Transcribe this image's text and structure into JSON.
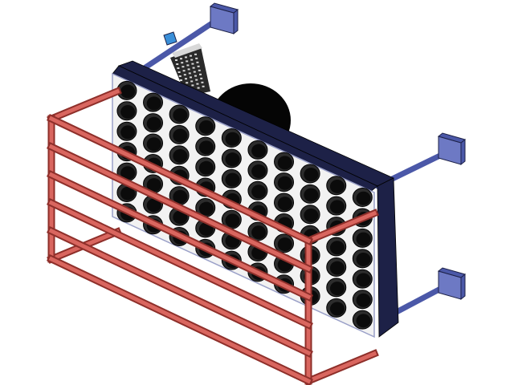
{
  "colors": {
    "background": "#ffffff",
    "bracket": "#4b58a8",
    "bracket_face": "#6d79c4",
    "plate": "#f2f2f2",
    "plate_edge": "#9aa0c8",
    "frame_dark": "#1d2147",
    "hole": "#0b0b0b",
    "hole_rim": "#2c2c2c",
    "fan": "#050505",
    "board": "#2a2a2a",
    "board_light": "#d8d8d8",
    "rail": "#d9665f",
    "rail_shadow": "#8e2f2a"
  },
  "components": [
    {
      "name": "mounting-brackets",
      "icon": "bracket-icon",
      "count": 4
    },
    {
      "name": "perforated-panel",
      "icon": "panel-icon",
      "rows": 7,
      "columns": 10
    },
    {
      "name": "fan-housing",
      "icon": "fan-icon"
    },
    {
      "name": "circuit-board",
      "icon": "board-icon"
    },
    {
      "name": "guard-rails",
      "icon": "rail-cage-icon",
      "rail_count": 6
    }
  ]
}
